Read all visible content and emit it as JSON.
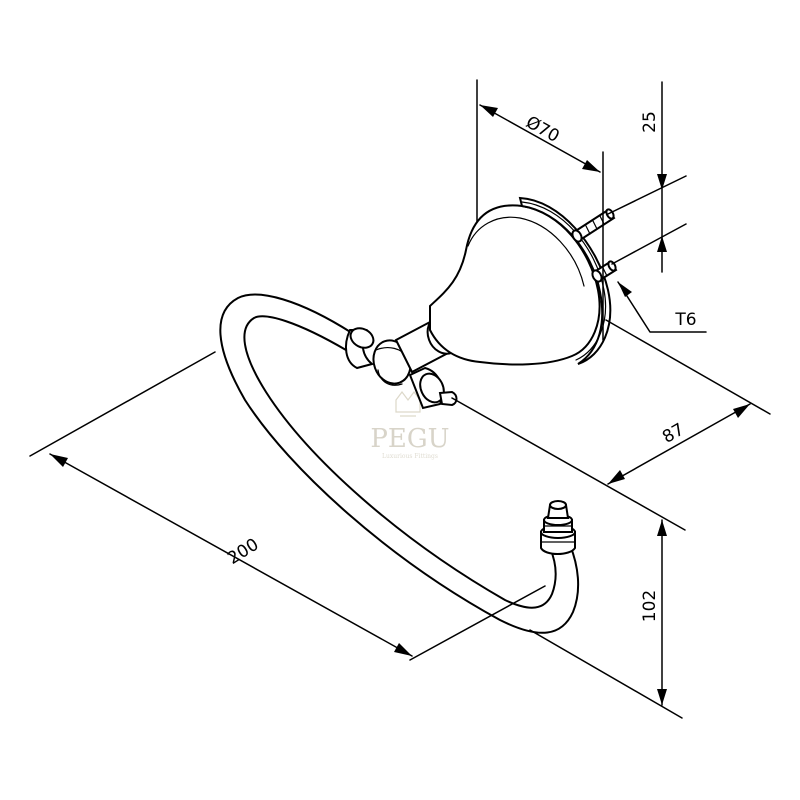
{
  "drawing": {
    "subject": "towel ring",
    "dimensions": {
      "diameter_label": "Ø70",
      "screw_spacing_label": "25",
      "screw_label": "T6",
      "depth_label": "87",
      "length_label": "200",
      "height_label": "102"
    },
    "watermark": {
      "brand": "PEGU",
      "tagline": "Luxurious Fittings"
    },
    "colors": {
      "line": "#000000",
      "watermark": "#d4d0c4"
    }
  }
}
